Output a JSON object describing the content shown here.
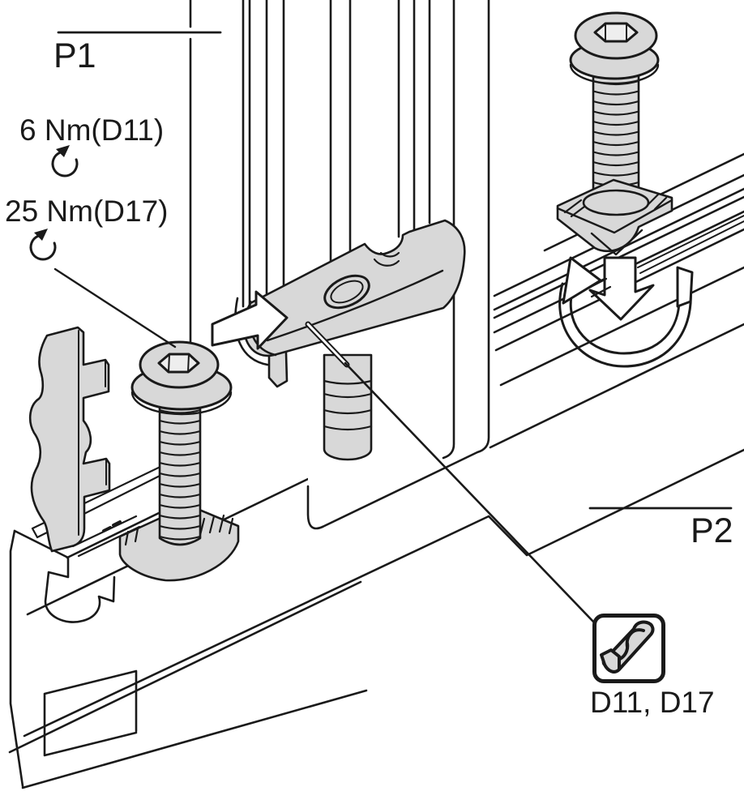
{
  "figure": {
    "title": "Profile assembly instruction diagram",
    "labels": {
      "profile1": "P1",
      "profile2": "P2",
      "torque_small": "6 Nm(D11)",
      "torque_large": "25 Nm(D17)",
      "tool_caption": "D11, D17"
    },
    "icons": {
      "torque_rotation": "clockwise-rotation-arrow",
      "insert_direction": "arrow-right",
      "press_down": "arrow-down",
      "turn_nut": "rotate-ribbon-arrow",
      "tool": "drill-bit-icon"
    },
    "colors": {
      "line": "#1a1a1a",
      "part_fill": "#d8d8d8",
      "background": "#ffffff"
    }
  }
}
